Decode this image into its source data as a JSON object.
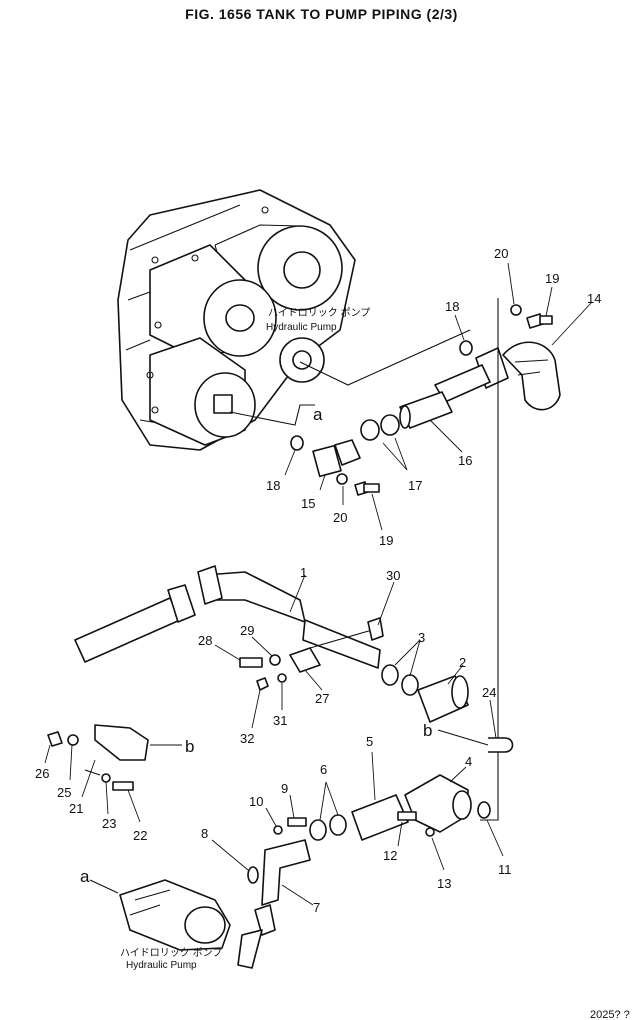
{
  "title": "FIG. 1656   TANK TO PUMP PIPING (2/3)",
  "pump_labels": [
    {
      "jp": "ハイドロリック ポンプ",
      "en": "Hydraulic Pump"
    },
    {
      "jp": "ハイドロリック ポンプ",
      "en": "Hydraulic Pump"
    }
  ],
  "ref_labels": {
    "a_top": "a",
    "a_bottom": "a",
    "b_mid": "b",
    "b_left": "b"
  },
  "callouts": [
    "20",
    "19",
    "14",
    "18",
    "16",
    "17",
    "18",
    "15",
    "20",
    "19",
    "1",
    "30",
    "28",
    "29",
    "3",
    "2",
    "27",
    "31",
    "32",
    "24",
    "26",
    "25",
    "21",
    "23",
    "22",
    "5",
    "4",
    "6",
    "9",
    "10",
    "8",
    "12",
    "13",
    "11",
    "7"
  ],
  "corner_code": "2025? ?"
}
